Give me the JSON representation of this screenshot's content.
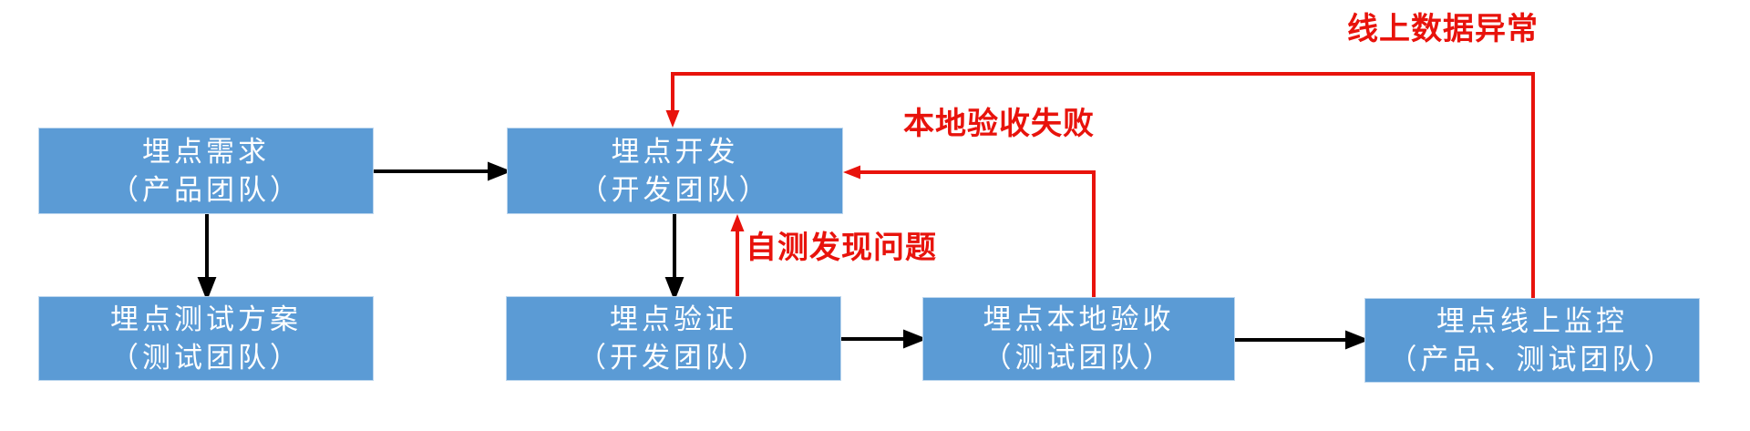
{
  "diagram": {
    "type": "flowchart",
    "boxes": [
      {
        "id": "requirement",
        "line1": "埋点需求",
        "line2": "（产品团队）"
      },
      {
        "id": "development",
        "line1": "埋点开发",
        "line2": "（开发团队）"
      },
      {
        "id": "test-plan",
        "line1": "埋点测试方案",
        "line2": "（测试团队）"
      },
      {
        "id": "verification",
        "line1": "埋点验证",
        "line2": "（开发团队）"
      },
      {
        "id": "local-acceptance",
        "line1": "埋点本地验收",
        "line2": "（测试团队）"
      },
      {
        "id": "online-monitoring",
        "line1": "埋点线上监控",
        "line2": "（产品、测试团队）"
      }
    ],
    "flow_edges": [
      {
        "from": "requirement",
        "to": "development"
      },
      {
        "from": "requirement",
        "to": "test-plan"
      },
      {
        "from": "development",
        "to": "verification"
      },
      {
        "from": "verification",
        "to": "local-acceptance"
      },
      {
        "from": "local-acceptance",
        "to": "online-monitoring"
      }
    ],
    "feedback_edges": [
      {
        "from": "verification",
        "to": "development",
        "label": "自测发现问题"
      },
      {
        "from": "local-acceptance",
        "to": "development",
        "label": "本地验收失败"
      },
      {
        "from": "online-monitoring",
        "to": "development",
        "label": "线上数据异常"
      }
    ],
    "edge_labels": {
      "self_test_issue": "自测发现问题",
      "local_acceptance_fail": "本地验收失败",
      "online_data_anomaly": "线上数据异常"
    },
    "colors": {
      "box_fill": "#5b9bd5",
      "box_text": "#ffffff",
      "flow_arrow": "#000000",
      "feedback_arrow": "#e8130c",
      "background": "#ffffff"
    }
  }
}
